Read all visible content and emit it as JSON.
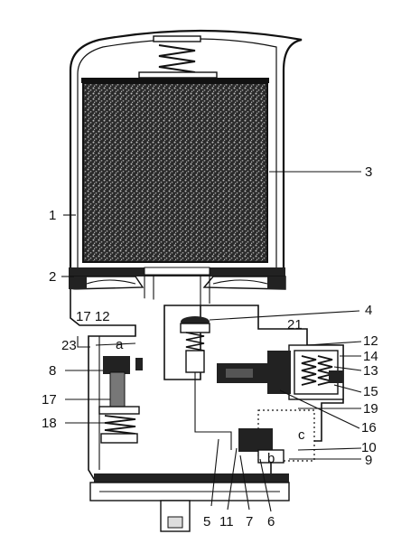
{
  "callouts": [
    {
      "id": "c1",
      "text": "1"
    },
    {
      "id": "c2",
      "text": "2"
    },
    {
      "id": "c3",
      "text": "3"
    },
    {
      "id": "c4",
      "text": "4"
    },
    {
      "id": "c5",
      "text": "5"
    },
    {
      "id": "c6",
      "text": "6"
    },
    {
      "id": "c7",
      "text": "7"
    },
    {
      "id": "c8",
      "text": "8"
    },
    {
      "id": "c9",
      "text": "9"
    },
    {
      "id": "c10",
      "text": "10"
    },
    {
      "id": "c11",
      "text": "11"
    },
    {
      "id": "c12",
      "text": "12"
    },
    {
      "id": "c13",
      "text": "13"
    },
    {
      "id": "c14",
      "text": "14"
    },
    {
      "id": "c15",
      "text": "15"
    },
    {
      "id": "c16",
      "text": "16"
    },
    {
      "id": "c17",
      "text": "17"
    },
    {
      "id": "c18",
      "text": "18"
    },
    {
      "id": "c19",
      "text": "19"
    },
    {
      "id": "c21",
      "text": "21"
    },
    {
      "id": "c23",
      "text": "23"
    },
    {
      "id": "c1712",
      "text": "17 12"
    }
  ],
  "chamber_labels": {
    "a": "a",
    "b": "b",
    "c": "c"
  }
}
